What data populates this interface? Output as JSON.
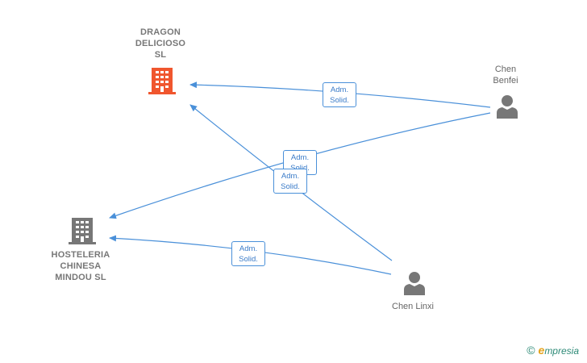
{
  "colors": {
    "edge": "#4a90d9",
    "company_highlight": "#f0562e",
    "company_default": "#777777",
    "person": "#777777"
  },
  "nodes": {
    "dragon": {
      "label": "DRAGON\nDELICIOSO\nSL",
      "icon": "building-icon"
    },
    "hosteleria": {
      "label": "HOSTELERIA\nCHINESA\nMINDOU  SL",
      "icon": "building-icon"
    },
    "chen_benfei": {
      "label": "Chen\nBenfei",
      "icon": "person-icon"
    },
    "chen_linxi": {
      "label": "Chen Linxi",
      "icon": "person-icon"
    }
  },
  "edges": [
    {
      "from": "Chen Benfei",
      "to": "DRAGON DELICIOSO SL",
      "label": "Adm.\nSolid."
    },
    {
      "from": "Chen Benfei",
      "to": "HOSTELERIA CHINESA MINDOU SL",
      "label": "Adm.\nSolid."
    },
    {
      "from": "Chen Linxi",
      "to": "DRAGON DELICIOSO SL",
      "label": "Adm.\nSolid."
    },
    {
      "from": "Chen Linxi",
      "to": "HOSTELERIA CHINESA MINDOU SL",
      "label": "Adm.\nSolid."
    }
  ],
  "brand": {
    "copyright": "©",
    "initial": "e",
    "rest": "mpresia"
  }
}
